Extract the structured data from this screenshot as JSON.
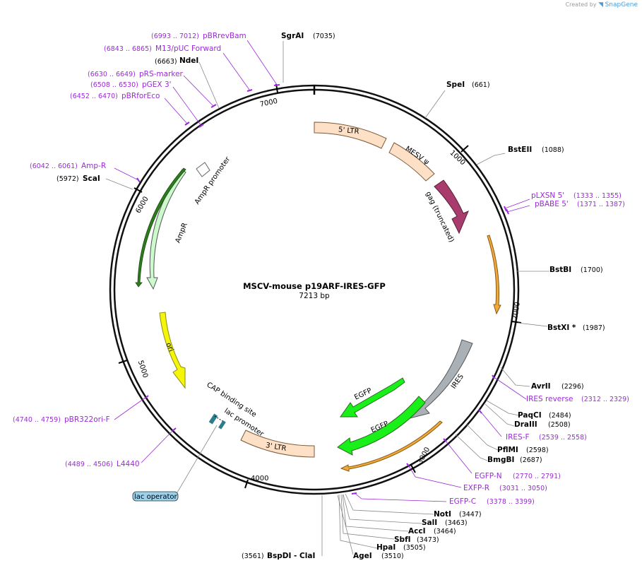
{
  "brand": {
    "created_by": "Created by",
    "name": "SnapGene"
  },
  "plasmid": {
    "name": "MSCV-mouse p19ARF-IRES-GFP",
    "size": "7213 bp",
    "length": 7213
  },
  "ticks": [
    "1000",
    "2000",
    "3000",
    "4000",
    "5000",
    "6000",
    "7000"
  ],
  "colors": {
    "primer": "#9a2bd6",
    "ltr": "#fde0c5",
    "gag": "#a83d6d",
    "orange_feature": "#f1a93c",
    "ires": "#a9b0b6",
    "egfp": "#19ef19",
    "ampr": "#ccfacc",
    "ampr_dark": "#2d7d1e",
    "ori": "#f5f50a",
    "lac_operator": "#9bd1ea"
  },
  "features": [
    {
      "label": "5' LTR"
    },
    {
      "label": "MESV ψ"
    },
    {
      "label": "gag (truncated)"
    },
    {
      "label": "IRES"
    },
    {
      "label": "EGFP"
    },
    {
      "label": "EGFP"
    },
    {
      "label": "3' LTR"
    },
    {
      "label": "ori"
    },
    {
      "label": "AmpR"
    },
    {
      "label": "AmpR promoter"
    },
    {
      "label": "lac promoter"
    },
    {
      "label": "CAP binding site"
    },
    {
      "label": "lac operator"
    }
  ],
  "sites": [
    {
      "name": "SgrAI",
      "pos": "(7035)"
    },
    {
      "name": "SpeI",
      "pos": "(661)"
    },
    {
      "name": "BstEII",
      "pos": "(1088)"
    },
    {
      "name": "BstBI",
      "pos": "(1700)"
    },
    {
      "name": "BstXI  *",
      "pos": "(1987)"
    },
    {
      "name": "AvrII",
      "pos": "(2296)"
    },
    {
      "name": "PaqCI",
      "pos": "(2484)"
    },
    {
      "name": "DraIII",
      "pos": "(2508)"
    },
    {
      "name": "PflMI",
      "pos": "(2598)"
    },
    {
      "name": "BmgBI",
      "pos": "(2687)"
    },
    {
      "name": "NotI",
      "pos": "(3447)"
    },
    {
      "name": "SalI",
      "pos": "(3463)"
    },
    {
      "name": "AccI",
      "pos": "(3464)"
    },
    {
      "name": "SbfI",
      "pos": "(3473)"
    },
    {
      "name": "HpaI",
      "pos": "(3505)"
    },
    {
      "name": "AgeI",
      "pos": "(3510)"
    },
    {
      "name": "BspDI  - ClaI",
      "pos": "(3561)"
    },
    {
      "name": "ScaI",
      "pos": "(5972)"
    },
    {
      "name": "NdeI",
      "pos": "(6663)"
    }
  ],
  "primers": [
    {
      "name": "pBRrevBam",
      "pos": "(6993 .. 7012)"
    },
    {
      "name": "M13/pUC Forward",
      "pos": "(6843 .. 6865)"
    },
    {
      "name": "pRS-marker",
      "pos": "(6630 .. 6649)"
    },
    {
      "name": "pGEX 3'",
      "pos": "(6508 .. 6530)"
    },
    {
      "name": "pBRforEco",
      "pos": "(6452 .. 6470)"
    },
    {
      "name": "Amp-R",
      "pos": "(6042 .. 6061)"
    },
    {
      "name": "pLXSN 5'",
      "pos": "(1333 .. 1355)"
    },
    {
      "name": "pBABE 5'",
      "pos": "(1371 .. 1387)"
    },
    {
      "name": "IRES reverse",
      "pos": "(2312 .. 2329)"
    },
    {
      "name": "IRES-F",
      "pos": "(2539 .. 2558)"
    },
    {
      "name": "EGFP-N",
      "pos": "(2770 .. 2791)"
    },
    {
      "name": "EXFP-R",
      "pos": "(3031 .. 3050)"
    },
    {
      "name": "EGFP-C",
      "pos": "(3378 .. 3399)"
    },
    {
      "name": "pBR322ori-F",
      "pos": "(4740 .. 4759)"
    },
    {
      "name": "L4440",
      "pos": "(4489 .. 4506)"
    }
  ]
}
